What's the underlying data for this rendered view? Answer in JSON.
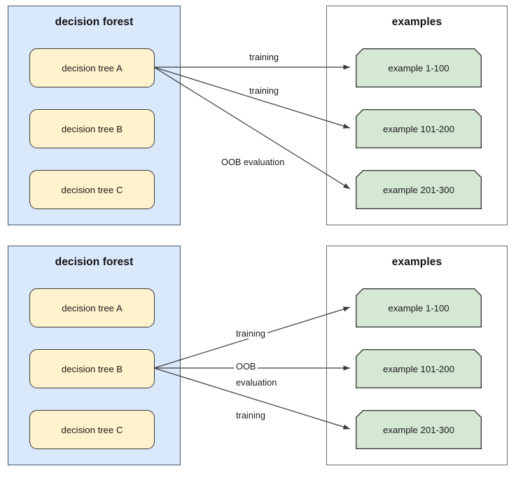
{
  "diagrams": [
    {
      "id": "top",
      "forest": {
        "title": "decision forest",
        "trees": [
          {
            "label": "decision tree A"
          },
          {
            "label": "decision tree B"
          },
          {
            "label": "decision tree C"
          }
        ]
      },
      "examples": {
        "title": "examples",
        "items": [
          {
            "label": "example 1-100"
          },
          {
            "label": "example 101-200"
          },
          {
            "label": "example 201-300"
          }
        ]
      },
      "edges": [
        {
          "from": "decision tree A",
          "to": "example 1-100",
          "label": "training"
        },
        {
          "from": "decision tree A",
          "to": "example 101-200",
          "label": "training"
        },
        {
          "from": "decision tree A",
          "to": "example 201-300",
          "label": "OOB evaluation"
        }
      ],
      "edge_labels": {
        "l1": "training",
        "l2": "training",
        "l3": "OOB evaluation"
      }
    },
    {
      "id": "bottom",
      "forest": {
        "title": "decision forest",
        "trees": [
          {
            "label": "decision tree A"
          },
          {
            "label": "decision tree B"
          },
          {
            "label": "decision tree C"
          }
        ]
      },
      "examples": {
        "title": "examples",
        "items": [
          {
            "label": "example 1-100"
          },
          {
            "label": "example 101-200"
          },
          {
            "label": "example 201-300"
          }
        ]
      },
      "edges": [
        {
          "from": "decision tree B",
          "to": "example 1-100",
          "label": "training"
        },
        {
          "from": "decision tree B",
          "to": "example 101-200",
          "label": "OOB evaluation"
        },
        {
          "from": "decision tree B",
          "to": "example 201-300",
          "label": "training"
        }
      ],
      "edge_labels": {
        "l1": "training",
        "l2a": "OOB",
        "l2b": "evaluation",
        "l3": "training"
      }
    }
  ],
  "colors": {
    "forest_panel_fill": "#dae8fc",
    "forest_panel_border": "#44546a",
    "examples_panel_fill": "#ffffff",
    "examples_panel_border": "#666a6e",
    "tree_fill": "#fff2cc",
    "tree_border": "#3b3b3b",
    "example_fill": "#d5e8d4",
    "example_border": "#3b3b3b",
    "arrow": "#3b3b3b",
    "text": "#1a1a1a",
    "background": "#ffffff"
  }
}
